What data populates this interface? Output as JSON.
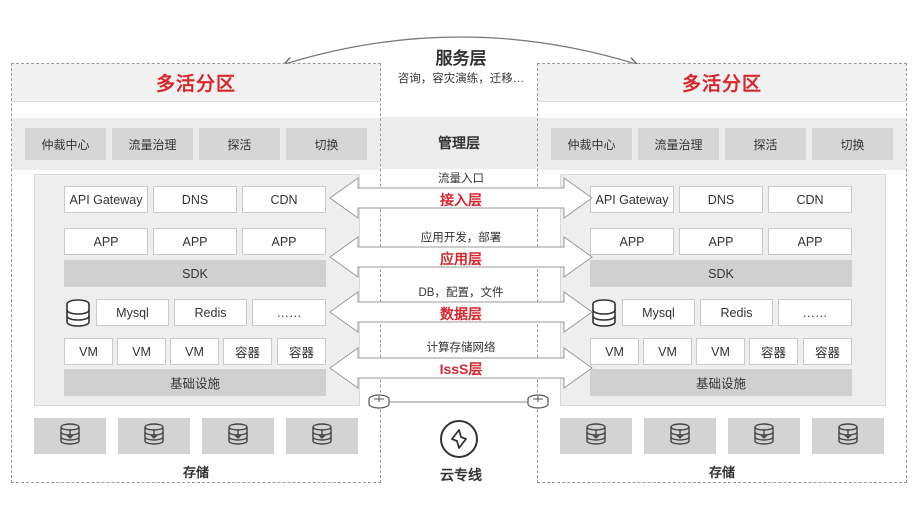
{
  "service_layer": {
    "title": "服务层",
    "subtitle": "咨询，容灾演练，迁移…"
  },
  "management_layer": {
    "title": "管理层"
  },
  "zones": {
    "title": "多活分区",
    "mgmt_buttons": [
      "仲裁中心",
      "流量治理",
      "探活",
      "切换"
    ],
    "access_boxes": [
      "API Gateway",
      "DNS",
      "CDN"
    ],
    "app_boxes": [
      "APP",
      "APP",
      "APP"
    ],
    "sdk_label": "SDK",
    "data_boxes": [
      "Mysql",
      "Redis",
      "……"
    ],
    "vm_boxes": [
      "VM",
      "VM",
      "VM",
      "容器",
      "容器"
    ],
    "infra_label": "基础设施",
    "storage_label": "存储"
  },
  "layers": [
    {
      "caption": "流量入口",
      "name": "接入层"
    },
    {
      "caption": "应用开发，部署",
      "name": "应用层"
    },
    {
      "caption": "DB，配置，文件",
      "name": "数据层"
    },
    {
      "caption": "计算存储网络",
      "name": "IssS层"
    }
  ],
  "cloud_line": {
    "label": "云专线"
  },
  "colors": {
    "accent_red": "#d6272f",
    "panel_gray": "#eeeeee",
    "box_gray": "#d0d0d0"
  }
}
